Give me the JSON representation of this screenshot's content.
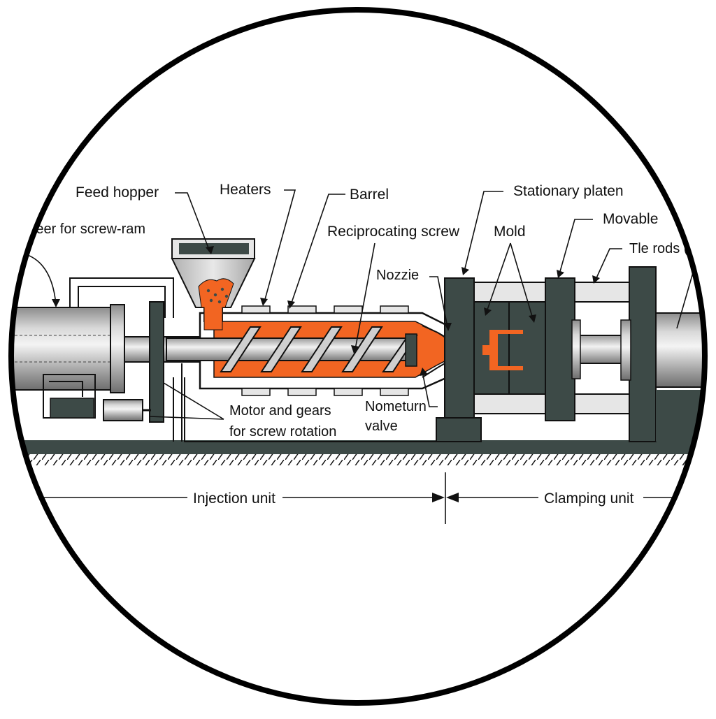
{
  "labels": {
    "driver": "Keer  for screw-ram",
    "feed_hopper": "Feed hopper",
    "heaters": "Heaters",
    "barrel": "Barrel",
    "reciprocating_screw": "Reciprocating screw",
    "nozzle": "Nozzie",
    "stationary_platen": "Stationary platen",
    "mold": "Mold",
    "movable": "Movable",
    "tie_rods": "Tle rods (s",
    "motor_line1": "Motor and gears",
    "motor_line2": "for screw rotation",
    "valve_line1": "Nometurn",
    "valve_line2": "valve",
    "injection_unit": "Injection unit",
    "clamping_unit": "Clamping unit"
  },
  "colors": {
    "melt": "#f26522",
    "dark_metal": "#3d4a47",
    "outline": "#111111",
    "steel_light": "#e6e6e6",
    "steel_mid": "#9a9a9a",
    "background": "#ffffff"
  }
}
